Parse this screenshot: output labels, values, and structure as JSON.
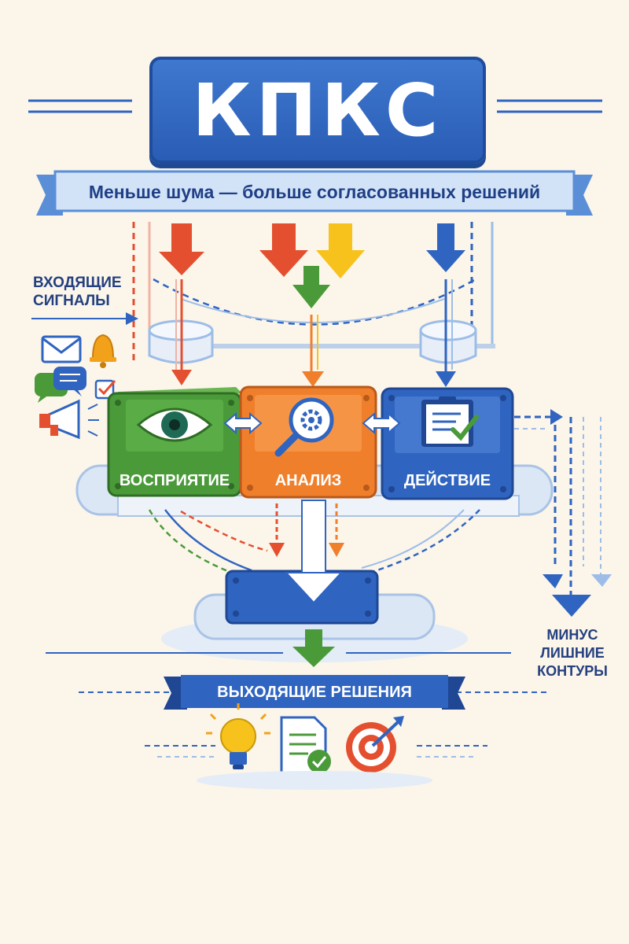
{
  "title": "КПКС",
  "subtitle": "Меньше шума — больше согласованных решений",
  "input_label": {
    "line1": "ВХОДЯЩИЕ",
    "line2": "СИГНАЛЫ"
  },
  "blocks": [
    {
      "label": "ВОСПРИЯТИЕ",
      "icon": "eye-icon",
      "color": "#4b9a3a"
    },
    {
      "label": "АНАЛИЗ",
      "icon": "magnifier-gear-icon",
      "color": "#f07f2c"
    },
    {
      "label": "ДЕЙСТВИЕ",
      "icon": "clipboard-check-icon",
      "color": "#2f64c0"
    }
  ],
  "side_note": {
    "line1": "МИНУС",
    "line2": "ЛИШНИЕ",
    "line3": "КОНТУРЫ"
  },
  "output_label": "ВЫХОДЯЩИЕ РЕШЕНИЯ",
  "input_icons": [
    "envelope-icon",
    "bell-icon",
    "chat-icon",
    "checkbox-icon",
    "megaphone-icon"
  ],
  "output_icons": [
    "lightbulb-icon",
    "document-check-icon",
    "target-icon"
  ],
  "colors": {
    "background": "#fbf5ea",
    "primary_blue": "#2f64c0",
    "green": "#4b9a3a",
    "orange": "#f07f2c",
    "red": "#e4502f",
    "yellow": "#f7c21c"
  }
}
